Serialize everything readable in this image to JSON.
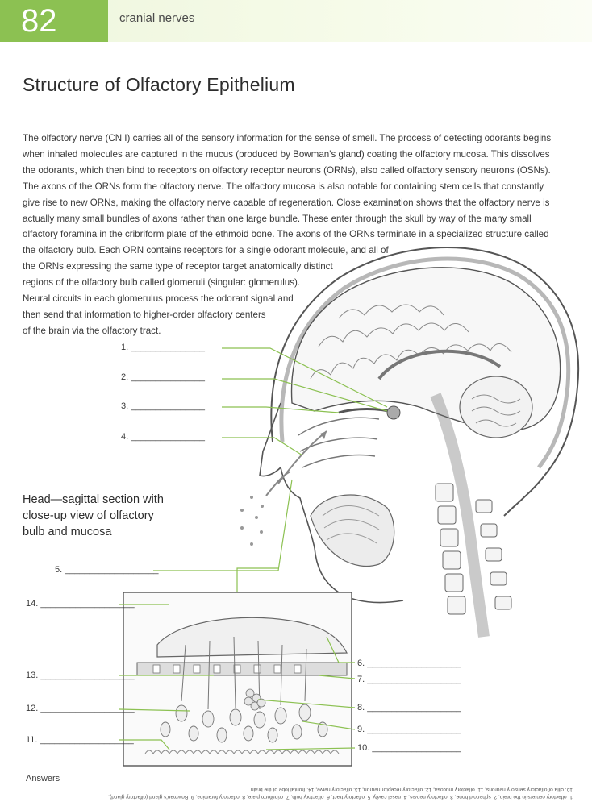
{
  "header": {
    "page_number": "82",
    "section": "cranial nerves"
  },
  "title": "Structure of Olfactory Epithelium",
  "body_lines": [
    "The olfactory nerve (CN I) carries all of the sensory information for the sense of smell. The process of detecting odorants begins",
    "when inhaled molecules are captured in the mucus (produced by Bowman's gland) coating the olfactory mucosa. This dissolves",
    "the odorants, which then bind to receptors on olfactory receptor neurons (ORNs), also called olfactory sensory neurons (OSNs).",
    "The axons of the ORNs form the olfactory nerve. The olfactory mucosa is also notable for containing stem cells that constantly",
    "give rise to new ORNs, making the olfactory nerve capable of regeneration. Close examination shows that the olfactory nerve is",
    "actually many small bundles of axons rather than one large bundle. These enter through the skull by way of the many small",
    "olfactory foramina in the cribriform plate of the ethmoid bone. The axons of the ORNs terminate in a specialized structure called",
    "the olfactory bulb. Each ORN contains receptors for a single odorant molecule, and all of",
    "the ORNs expressing the same type of receptor target anatomically distinct",
    "regions of the olfactory bulb called glomeruli (singular: glomerulus).",
    "Neural circuits in each glomerulus process the odorant signal and",
    "then send that information to higher-order olfactory centers",
    "of the brain via the olfactory tract."
  ],
  "caption_lines": [
    "Head—sagittal section with",
    "close-up view of olfactory",
    "bulb and mucosa"
  ],
  "labels": {
    "l1": "1. _______________",
    "l2": "2. _______________",
    "l3": "3. _______________",
    "l4": "4. _______________",
    "l5": "5. ___________________",
    "l6": "6. ___________________",
    "l7": "7. ___________________",
    "l8": "8. ___________________",
    "l9": "9. ___________________",
    "l10": "10. __________________",
    "l11": "11. ___________________",
    "l12": "12. ___________________",
    "l13": "13. ___________________",
    "l14": "14. ___________________"
  },
  "answers": {
    "title": "Answers",
    "lines": [
      "1. olfactory centers in the brain, 2. sphenoid bone, 3. olfactory nerves, 4. nasal cavity, 5. olfactory tract, 6. olfactory bulb, 7. cribriform plate, 8. olfactory foramina, 9. Bowman's gland (olfactory gland),",
      "10. cilia of olfactory sensory neurons, 11. olfactory mucosa, 12. olfactory receptor neuron, 13. olfactory nerve, 14. frontal lobe of the brain"
    ]
  },
  "colors": {
    "accent": "#8cc152",
    "leader": "#8cc152",
    "ink": "#444444"
  }
}
